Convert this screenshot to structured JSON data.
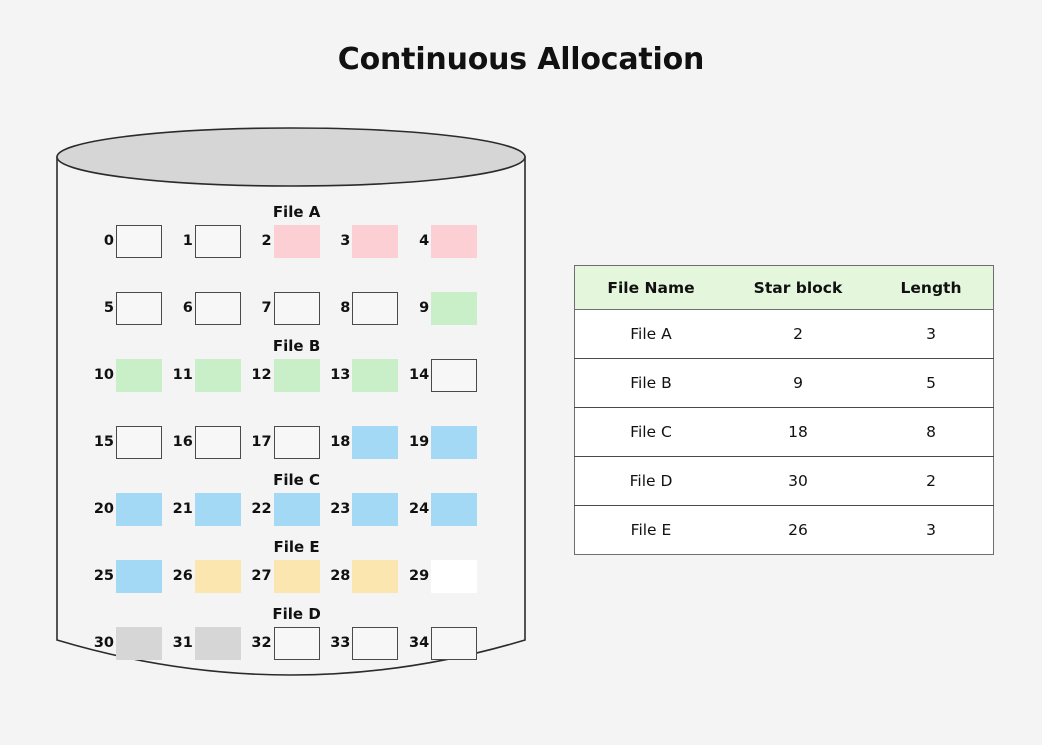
{
  "title": "Continuous Allocation",
  "colors": {
    "background": "#f4f4f4",
    "file_a": "#fbcfd4",
    "file_b": "#c8efc8",
    "file_c": "#a3d9f5",
    "file_d": "#d6d6d6",
    "file_e": "#fce6b0",
    "free_block": "#f7f7f7",
    "white_block": "#ffffff",
    "cylinder_top": "#d6d6d6",
    "cylinder_body": "#f4f4f4",
    "outline": "#4a4a4a",
    "table_header_bg": "#e4f7dc"
  },
  "disk": {
    "name": "disk-cylinder",
    "columns": 5,
    "rows": 7,
    "total_blocks": 35,
    "file_labels": [
      {
        "text": "File A",
        "row": 0,
        "col_center": 2
      },
      {
        "text": "File B",
        "row": 2,
        "col_center": 2
      },
      {
        "text": "File C",
        "row": 4,
        "col_center": 2
      },
      {
        "text": "File E",
        "row": 5,
        "col_center": 2
      },
      {
        "text": "File D",
        "row": 6,
        "col_center": 2
      }
    ],
    "blocks": [
      {
        "index": "0",
        "state": "free"
      },
      {
        "index": "1",
        "state": "free"
      },
      {
        "index": "2",
        "state": "file_a"
      },
      {
        "index": "3",
        "state": "file_a"
      },
      {
        "index": "4",
        "state": "file_a"
      },
      {
        "index": "5",
        "state": "free"
      },
      {
        "index": "6",
        "state": "free"
      },
      {
        "index": "7",
        "state": "free"
      },
      {
        "index": "8",
        "state": "free"
      },
      {
        "index": "9",
        "state": "file_b"
      },
      {
        "index": "10",
        "state": "file_b"
      },
      {
        "index": "11",
        "state": "file_b"
      },
      {
        "index": "12",
        "state": "file_b"
      },
      {
        "index": "13",
        "state": "file_b"
      },
      {
        "index": "14",
        "state": "free"
      },
      {
        "index": "15",
        "state": "free"
      },
      {
        "index": "16",
        "state": "free"
      },
      {
        "index": "17",
        "state": "free"
      },
      {
        "index": "18",
        "state": "file_c"
      },
      {
        "index": "19",
        "state": "file_c"
      },
      {
        "index": "20",
        "state": "file_c"
      },
      {
        "index": "21",
        "state": "file_c"
      },
      {
        "index": "22",
        "state": "file_c"
      },
      {
        "index": "23",
        "state": "file_c"
      },
      {
        "index": "24",
        "state": "file_c"
      },
      {
        "index": "25",
        "state": "file_c"
      },
      {
        "index": "26",
        "state": "file_e"
      },
      {
        "index": "27",
        "state": "file_e"
      },
      {
        "index": "28",
        "state": "file_e"
      },
      {
        "index": "29",
        "state": "white"
      },
      {
        "index": "30",
        "state": "file_d"
      },
      {
        "index": "31",
        "state": "file_d"
      },
      {
        "index": "32",
        "state": "free"
      },
      {
        "index": "33",
        "state": "free"
      },
      {
        "index": "34",
        "state": "free"
      }
    ]
  },
  "table": {
    "headers": [
      "File Name",
      "Star block",
      "Length"
    ],
    "rows": [
      {
        "name": "File A",
        "start": "2",
        "length": "3"
      },
      {
        "name": "File B",
        "start": "9",
        "length": "5"
      },
      {
        "name": "File C",
        "start": "18",
        "length": "8"
      },
      {
        "name": "File D",
        "start": "30",
        "length": "2"
      },
      {
        "name": "File E",
        "start": "26",
        "length": "3"
      }
    ]
  }
}
